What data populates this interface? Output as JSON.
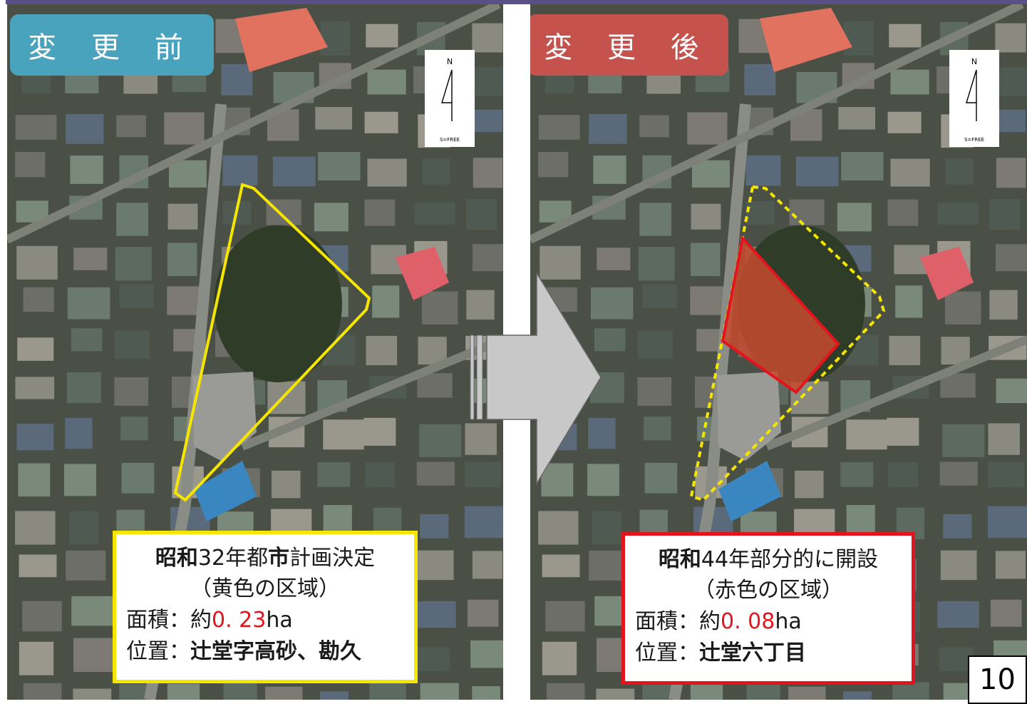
{
  "before": {
    "title": "変 更 前",
    "north_label": "N",
    "scale_label": "S=FREE",
    "info": {
      "line1_a": "昭和",
      "line1_b": "32年都",
      "line1_c": "市",
      "line1_d": "計画決定",
      "line2": "（黄色の区域）",
      "area_label": "面積：約",
      "area_value": "0. 23",
      "area_unit": "ha",
      "location_label": "位置：",
      "location_value": "辻堂字高砂、勘久"
    },
    "region_color": "#f5e600"
  },
  "after": {
    "title": "変 更 後",
    "north_label": "N",
    "scale_label": "S=FREE",
    "info": {
      "line1_a": "昭和",
      "line1_b": "44年部分的に開設",
      "line2": "（赤色の区域）",
      "area_label": "面積：約",
      "area_value": "0. 08",
      "area_unit": "ha",
      "location_label": "位置：",
      "location_value": "辻堂六丁目"
    },
    "region_color": "#e3141d"
  },
  "page_number": "10"
}
